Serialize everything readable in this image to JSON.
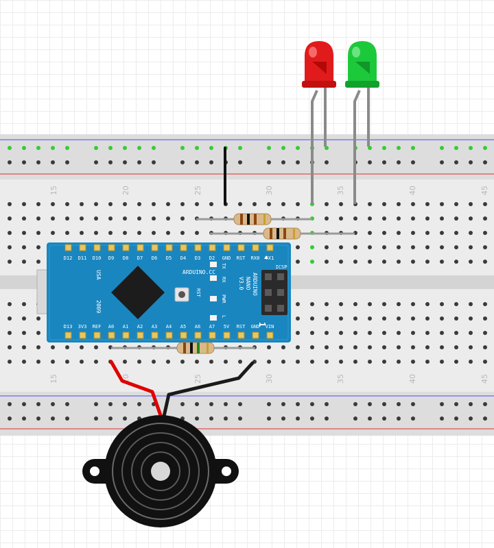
{
  "breadboard": {
    "column_labels": [
      "15",
      "20",
      "25",
      "30",
      "35",
      "40",
      "45"
    ]
  },
  "arduino": {
    "top_pins": [
      "D12",
      "D11",
      "D10",
      "D9",
      "D8",
      "D7",
      "D6",
      "D5",
      "D4",
      "D3",
      "D2",
      "GND",
      "RST",
      "RX0",
      "TX1"
    ],
    "bottom_pins": [
      "D13",
      "3V3",
      "REF",
      "A0",
      "A1",
      "A2",
      "A3",
      "A4",
      "A5",
      "A6",
      "A7",
      "5V",
      "RST",
      "GND",
      "VIN"
    ],
    "brand": "ARDUINO.CC",
    "model_lines": [
      "ARDUINO",
      "NANO",
      "V3.0"
    ],
    "origin_lines": [
      "USA",
      "2009"
    ],
    "icsp": "ICSP",
    "leds": [
      "TX",
      "RX",
      "PWR",
      "L"
    ],
    "reset_label": "RST",
    "pin1_marker": "1"
  },
  "components": {
    "leds": [
      {
        "color": "#e11b1b"
      },
      {
        "color": "#1cc93a"
      }
    ],
    "buzzer_color": "#111111",
    "wire_colors": {
      "red": "#e00000",
      "black": "#1a1a1a",
      "lead": "#8a8a8a"
    }
  }
}
